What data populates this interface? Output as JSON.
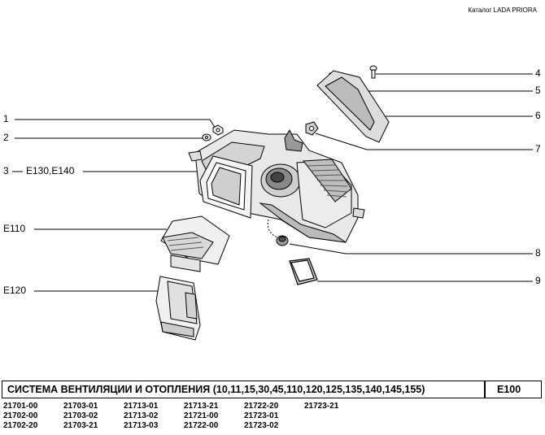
{
  "catalog_label": "Каталог  LADA  PRIORA",
  "callouts": {
    "c1": "1",
    "c2": "2",
    "c3": "3",
    "c3_ref": "E130,E140",
    "c4": "4",
    "c5": "5",
    "c6": "6",
    "c7": "7",
    "c8": "8",
    "c9": "9",
    "e110": "E110",
    "e120": "E120"
  },
  "title": "СИСТЕМА  ВЕНТИЛЯЦИИ  И  ОТОПЛЕНИЯ (10,11,15,30,45,110,120,125,135,140,145,155)",
  "section_code": "E100",
  "model_codes": {
    "col1": [
      "21701-00",
      "21702-00",
      "21702-20"
    ],
    "col2": [
      "21703-01",
      "21703-02",
      "21703-21"
    ],
    "col3": [
      "21713-01",
      "21713-02",
      "21713-03"
    ],
    "col4": [
      "21713-21",
      "21721-00",
      "21722-00"
    ],
    "col5": [
      "21722-20",
      "21723-01",
      "21723-02"
    ],
    "col6": [
      "21723-21"
    ]
  }
}
